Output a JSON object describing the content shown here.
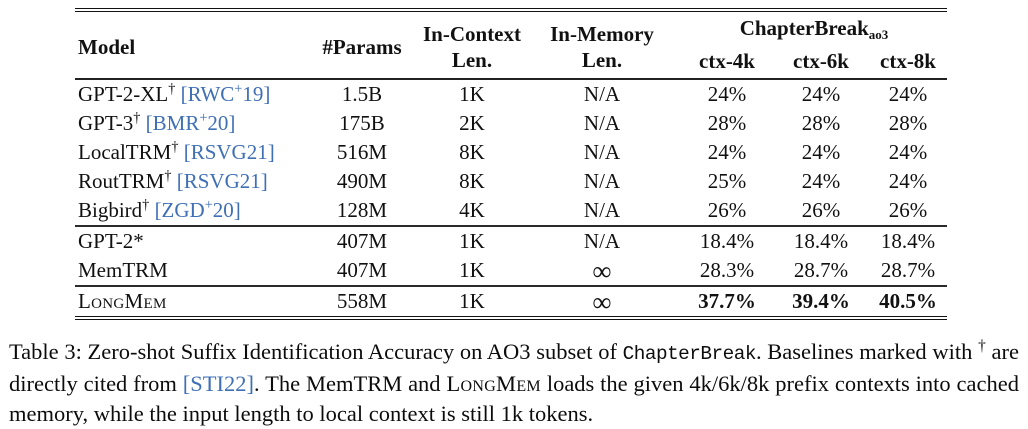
{
  "colors": {
    "cite_blue": "#3f6fb5",
    "text": "#111111"
  },
  "table": {
    "header": {
      "model": "Model",
      "params": "#Params",
      "in_context_line1": "In-Context",
      "in_context_line2": "Len.",
      "in_memory_line1": "In-Memory",
      "in_memory_line2": "Len.",
      "group_title": "ChapterBreak",
      "group_sub": "ao3",
      "sub_columns": [
        "ctx-4k",
        "ctx-6k",
        "ctx-8k"
      ]
    },
    "groups": [
      {
        "rows": [
          {
            "model": "GPT-2-XL",
            "sup": "†",
            "cite": "RWC+19",
            "params": "1.5B",
            "in_context": "1K",
            "in_memory": "N/A",
            "ctx_4k": "24%",
            "ctx_6k": "24%",
            "ctx_8k": "24%"
          },
          {
            "model": "GPT-3",
            "sup": "†",
            "cite": "BMR+20",
            "params": "175B",
            "in_context": "2K",
            "in_memory": "N/A",
            "ctx_4k": "28%",
            "ctx_6k": "28%",
            "ctx_8k": "28%"
          },
          {
            "model": "LocalTRM",
            "sup": "†",
            "cite": "RSVG21",
            "params": "516M",
            "in_context": "8K",
            "in_memory": "N/A",
            "ctx_4k": "24%",
            "ctx_6k": "24%",
            "ctx_8k": "24%"
          },
          {
            "model": "RoutTRM",
            "sup": "†",
            "cite": "RSVG21",
            "params": "490M",
            "in_context": "8K",
            "in_memory": "N/A",
            "ctx_4k": "25%",
            "ctx_6k": "24%",
            "ctx_8k": "24%"
          },
          {
            "model": "Bigbird",
            "sup": "†",
            "cite": "ZGD+20",
            "params": "128M",
            "in_context": "4K",
            "in_memory": "N/A",
            "ctx_4k": "26%",
            "ctx_6k": "26%",
            "ctx_8k": "26%"
          }
        ]
      },
      {
        "rows": [
          {
            "model": "GPT-2*",
            "params": "407M",
            "in_context": "1K",
            "in_memory": "N/A",
            "ctx_4k": "18.4%",
            "ctx_6k": "18.4%",
            "ctx_8k": "18.4%"
          },
          {
            "model": "MemTRM",
            "params": "407M",
            "in_context": "1K",
            "in_memory": "∞",
            "ctx_4k": "28.3%",
            "ctx_6k": "28.7%",
            "ctx_8k": "28.7%"
          }
        ]
      },
      {
        "rows": [
          {
            "model": "LongMem",
            "smallcaps": true,
            "bold": true,
            "params": "558M",
            "in_context": "1K",
            "in_memory": "∞",
            "ctx_4k": "37.7%",
            "ctx_6k": "39.4%",
            "ctx_8k": "40.5%"
          }
        ]
      }
    ]
  },
  "caption": {
    "segments": [
      {
        "t": "Table 3: Zero-shot Suffix Identification Accuracy on AO3 subset of ",
        "s": "normal"
      },
      {
        "t": "ChapterBreak",
        "s": "mono"
      },
      {
        "t": ". Baselines marked with ",
        "s": "normal"
      },
      {
        "t": "†",
        "s": "sup"
      },
      {
        "t": " are directly cited from ",
        "s": "normal"
      },
      {
        "t": "[STI22]",
        "s": "cite"
      },
      {
        "t": ". The MemTRM and ",
        "s": "normal"
      },
      {
        "t": "LongMem",
        "s": "smallcaps"
      },
      {
        "t": " loads the given 4k/6k/8k prefix contexts into cached memory, while the input length to local context is still 1k tokens.",
        "s": "normal"
      }
    ]
  }
}
